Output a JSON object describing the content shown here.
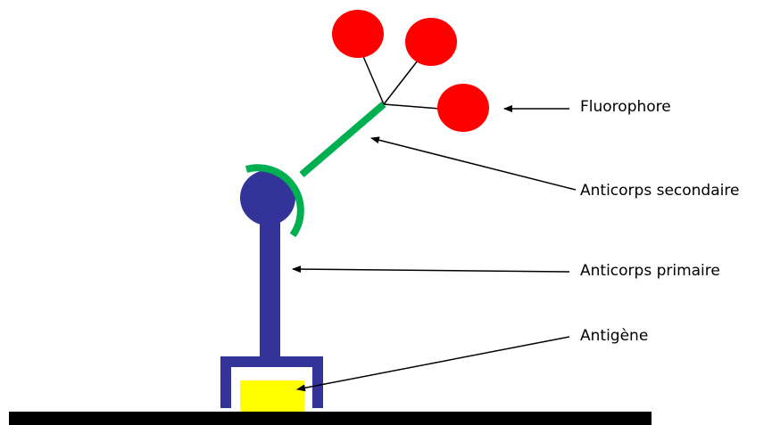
{
  "labels": {
    "fluorophore": "Fluorophore",
    "secondary_antibody": "Anticorps secondaire",
    "primary_antibody": "Anticorps primaire",
    "antigen": "Antigène"
  },
  "colors": {
    "fluorophore": "#ff0000",
    "secondary_antibody": "#00b050",
    "primary_antibody": "#333399",
    "antigen": "#ffff00",
    "surface": "#000000",
    "arrow": "#000000"
  }
}
